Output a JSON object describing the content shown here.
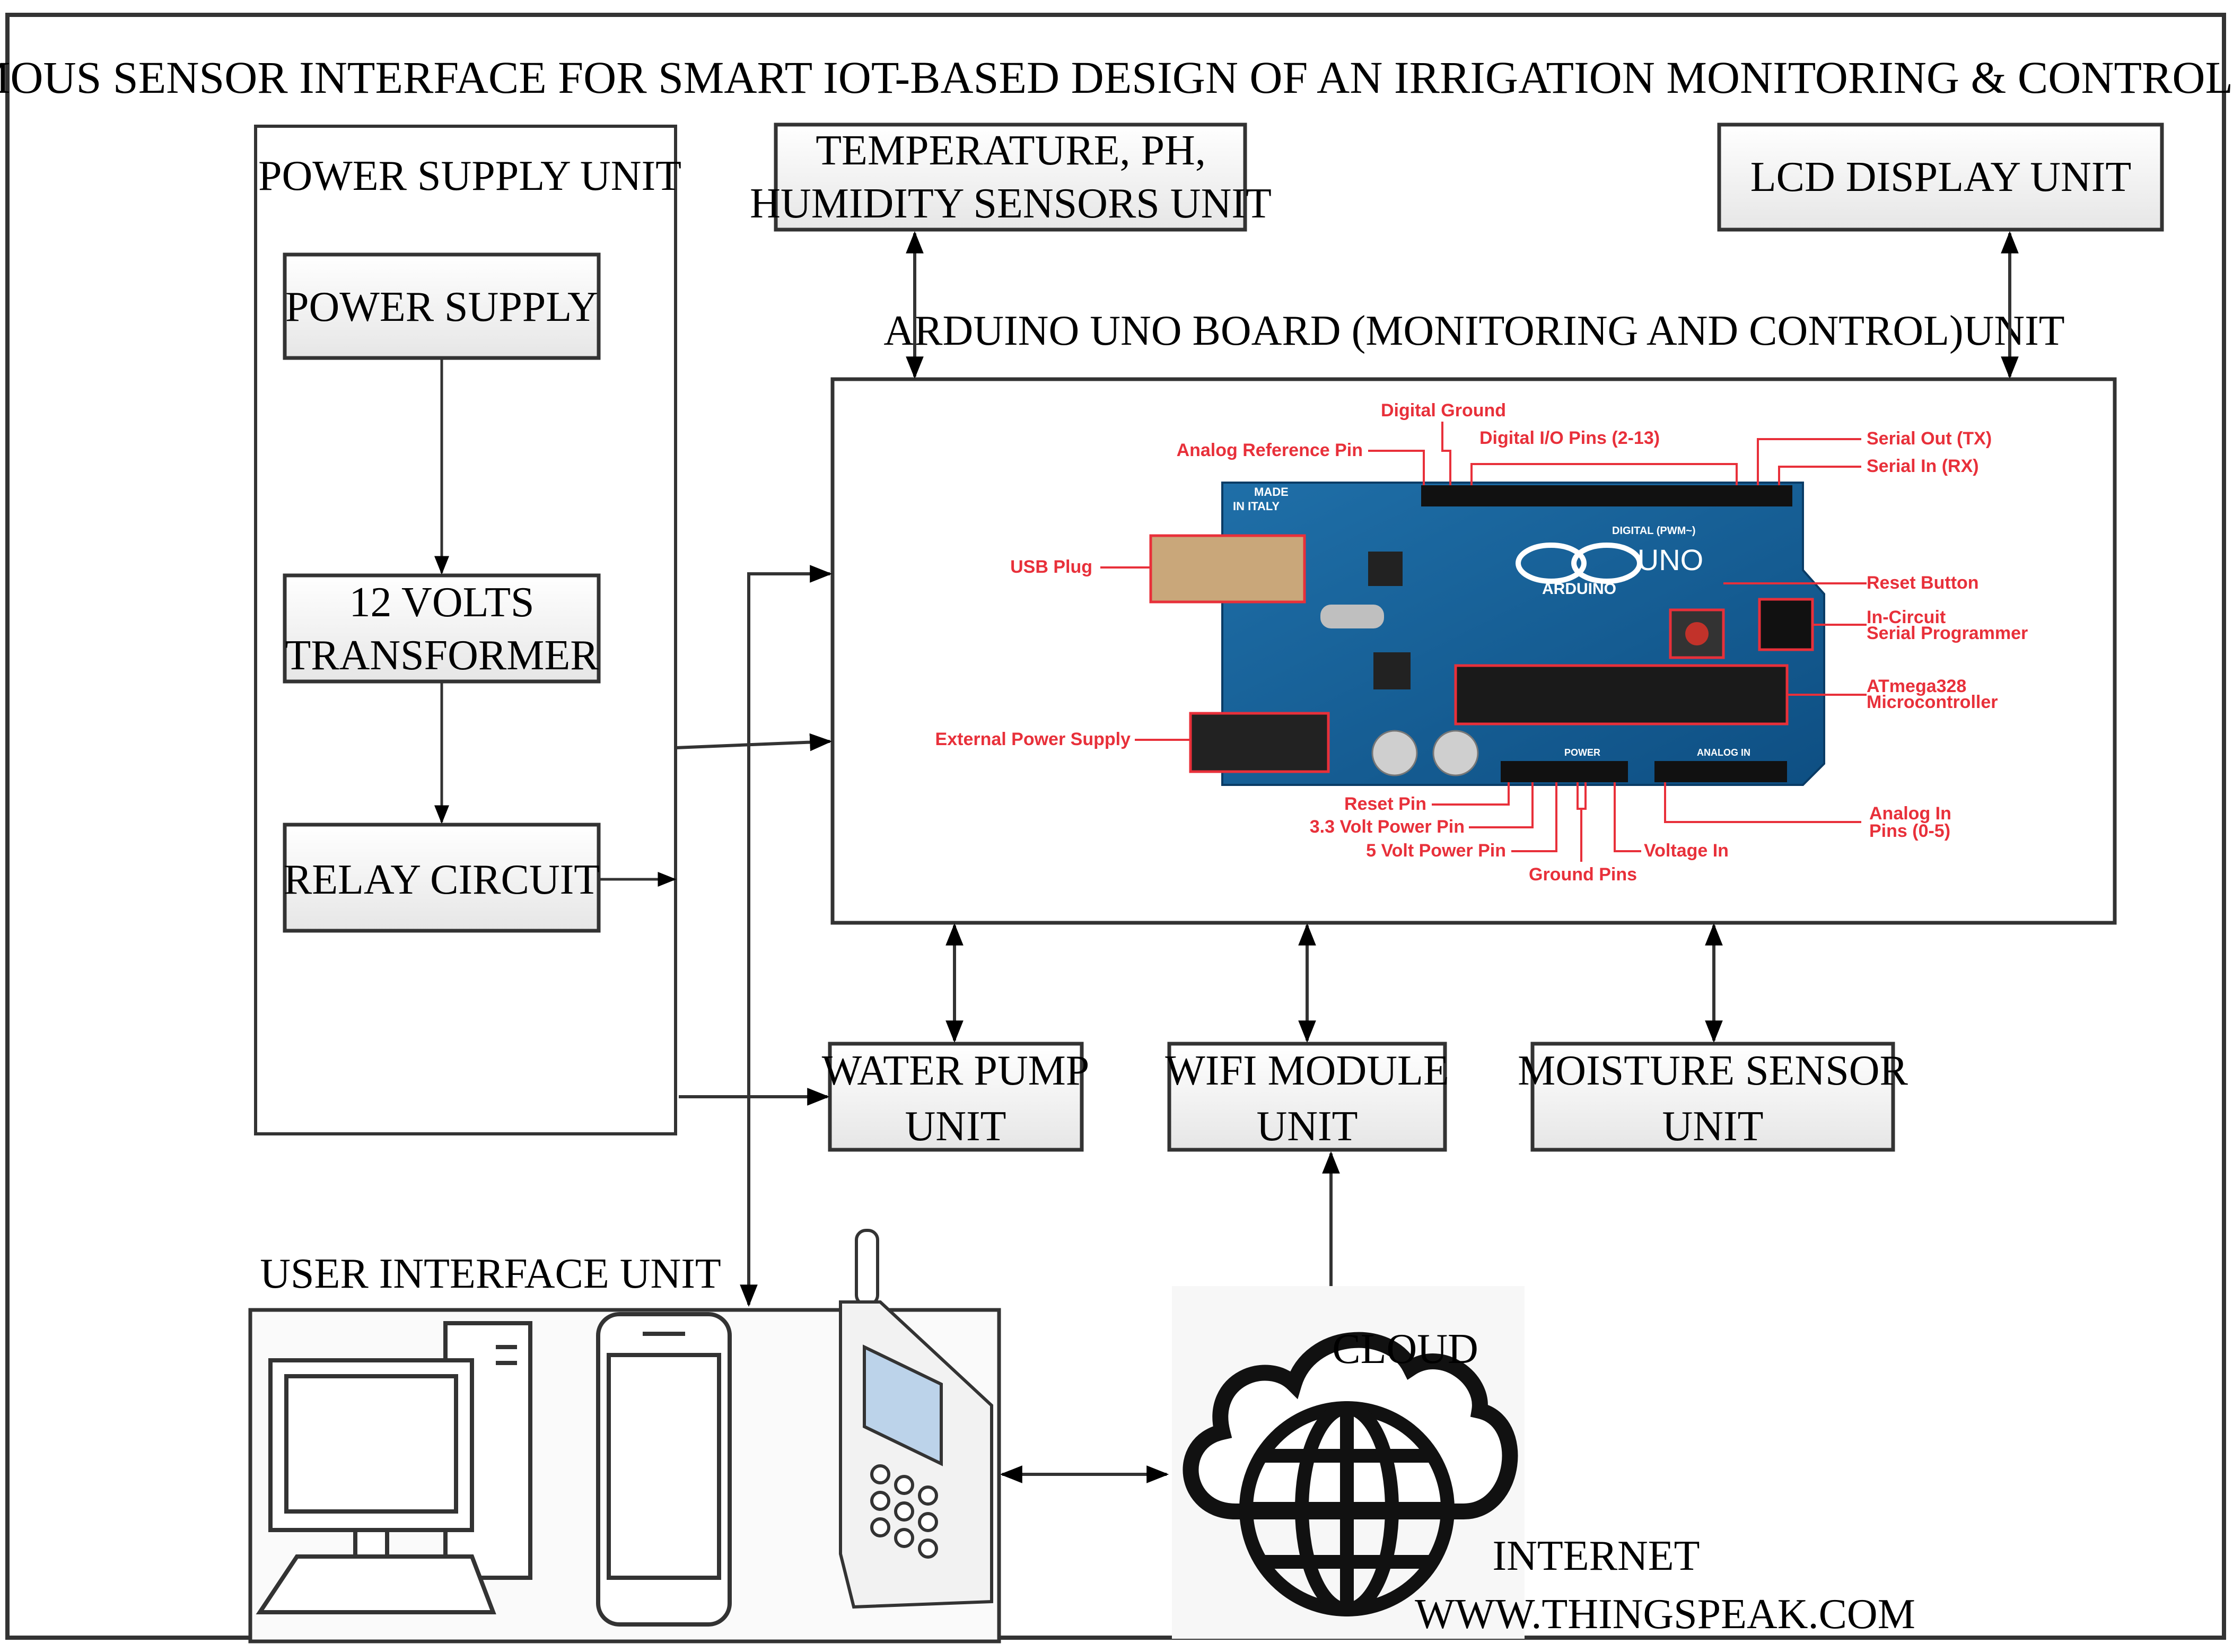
{
  "title": "AUTONOMOUS SENSOR INTERFACE FOR SMART IOT-BASED DESIGN OF AN IRRIGATION MONITORING & CONTROL SYSTEM",
  "power_supply_unit": {
    "title": "POWER SUPPLY UNIT",
    "power_supply": "POWER SUPPLY",
    "transformer_line1": "12 VOLTS",
    "transformer_line2": "TRANSFORMER",
    "relay": "RELAY CIRCUIT"
  },
  "sensors_unit": {
    "line1": "TEMPERATURE, PH,",
    "line2": "HUMIDITY SENSORS UNIT"
  },
  "lcd_unit": "LCD DISPLAY UNIT",
  "arduino": {
    "title": "ARDUINO UNO BOARD (MONITORING AND CONTROL)UNIT",
    "board_brand": "ARDUINO",
    "board_model": "UNO",
    "board_made": "MADE",
    "board_made2": "IN ITALY",
    "board_digital": "DIGITAL (PWM~)",
    "board_power": "POWER",
    "board_analog": "ANALOG IN",
    "labels": {
      "digital_ground": "Digital Ground",
      "digital_io": "Digital I/O Pins (2-13)",
      "serial_out": "Serial Out (TX)",
      "serial_in": "Serial In (RX)",
      "analog_ref": "Analog Reference Pin",
      "usb_plug": "USB Plug",
      "reset_button": "Reset Button",
      "icsp_line1": "In-Circuit",
      "icsp_line2": "Serial Programmer",
      "atmega_line1": "ATmega328",
      "atmega_line2": "Microcontroller",
      "ext_power": "External Power Supply",
      "reset_pin": "Reset Pin",
      "v33": "3.3 Volt Power Pin",
      "v5": "5 Volt Power Pin",
      "ground_pins": "Ground Pins",
      "voltage_in": "Voltage In",
      "analog_in_line1": "Analog In",
      "analog_in_line2": "Pins (0-5)"
    }
  },
  "water_pump": {
    "line1": "WATER PUMP",
    "line2": "UNIT"
  },
  "wifi": {
    "line1": "WIFI MODULE",
    "line2": "UNIT"
  },
  "moisture": {
    "line1": "MOISTURE SENSOR",
    "line2": "UNIT"
  },
  "user_interface": "USER INTERFACE UNIT",
  "cloud": "CLOUD",
  "internet_line1": "INTERNET",
  "internet_line2": "WWW.THINGSPEAK.COM"
}
